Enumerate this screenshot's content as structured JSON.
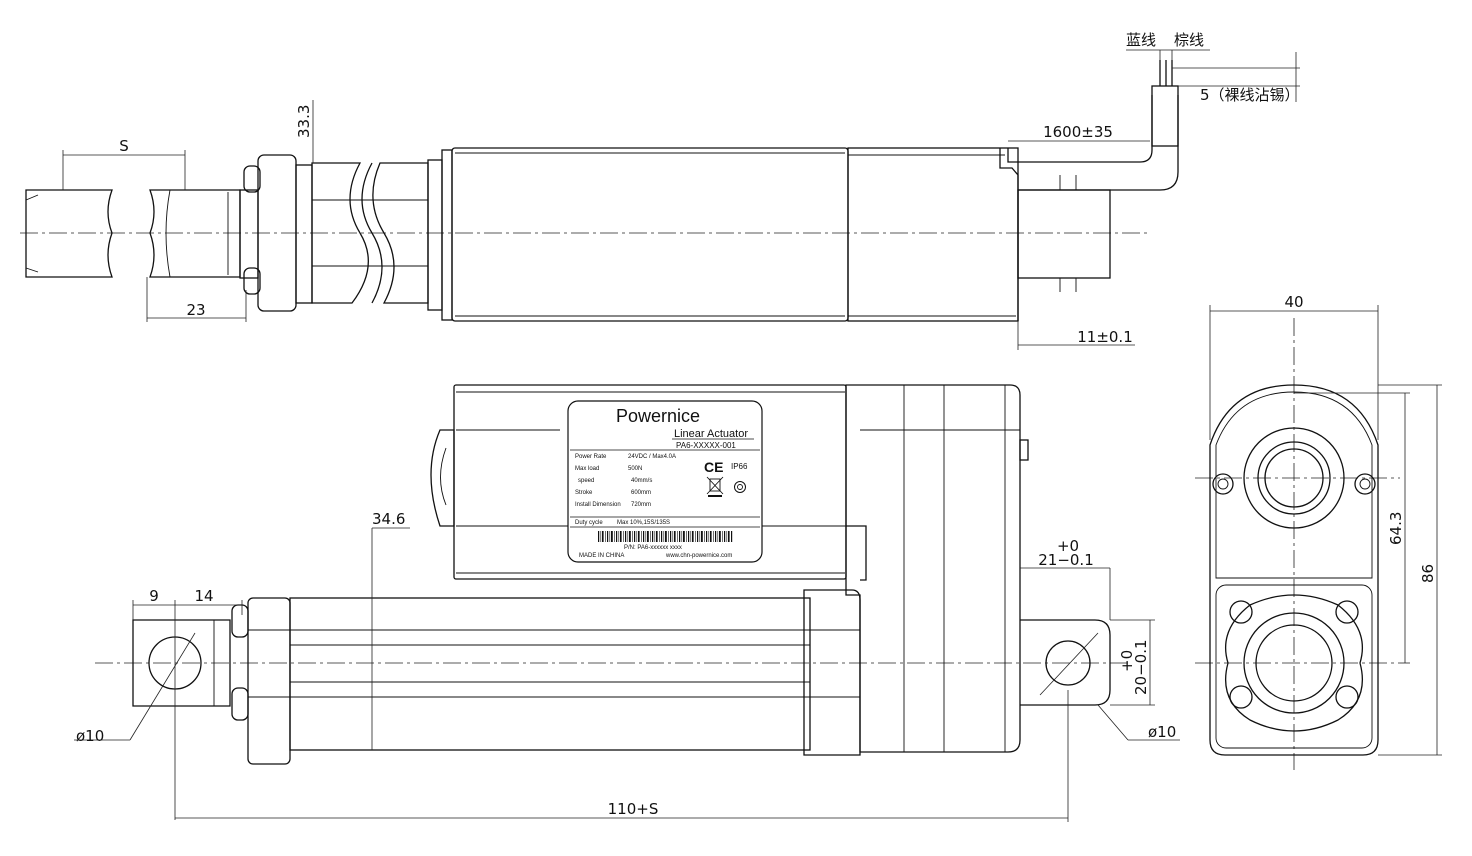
{
  "top_view": {
    "dim_s": "S",
    "dim_23": "23",
    "dim_33_3": "33.3",
    "dim_cable_length": "1600±35",
    "dim_shaft": "11±0.1",
    "wire_blue": "蓝线",
    "wire_brown": "棕线",
    "dim_strip": "5（裸线沾锡）"
  },
  "front_view": {
    "dim_34_6": "34.6",
    "dim_9": "9",
    "dim_14": "14",
    "dim_hole_left": "ø10",
    "dim_hole_right": "ø10",
    "dim_plus0_a": "+0",
    "dim_21": "21−0.1",
    "dim_plus0_b": "+0",
    "dim_20": "20−0.1",
    "dim_total": "110+S"
  },
  "end_view": {
    "dim_40": "40",
    "dim_64_3": "64.3",
    "dim_86": "86"
  },
  "label": {
    "brand": "Powernice",
    "product": "Linear Actuator",
    "model": "PA6-XXXXX-001",
    "rows": [
      {
        "key": "Power Rate",
        "value": "24VDC / Max4.0A"
      },
      {
        "key": "Max load",
        "value": "500N"
      },
      {
        "key": "speed",
        "value": "40mm/s"
      },
      {
        "key": "Stroke",
        "value": "600mm"
      },
      {
        "key": "Install Dimension",
        "value": "720mm"
      }
    ],
    "ce_mark": "CE",
    "ip_rating": "IP66",
    "duty_key": "Duty cycle",
    "duty_value": "Max 10%,15S/135S",
    "pn": "P/N: PA6-xxxxxx xxxx",
    "made_in": "MADE IN CHINA",
    "website": "www.chn-powernice.com"
  }
}
